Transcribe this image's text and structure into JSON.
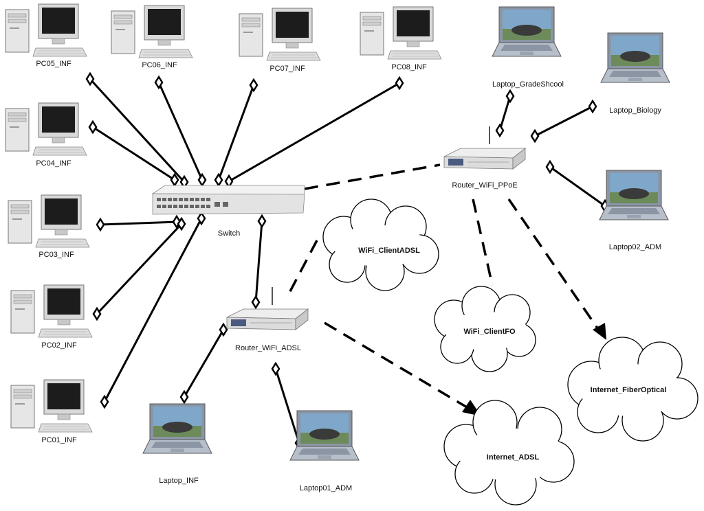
{
  "nodes": {
    "pc05": "PC05_INF",
    "pc06": "PC06_INF",
    "pc07": "PC07_INF",
    "pc08": "PC08_INF",
    "pc04": "PC04_INF",
    "pc03": "PC03_INF",
    "pc02": "PC02_INF",
    "pc01": "PC01_INF",
    "switch": "Switch",
    "router_adsl": "Router_WiFi_ADSL",
    "router_ppoe": "Router_WiFi_PPoE",
    "laptop_gradeschool": "Laptop_GradeShcool",
    "laptop_biology": "Laptop_Biology",
    "laptop02_adm": "Laptop02_ADM",
    "laptop_inf": "Laptop_INF",
    "laptop01_adm": "Laptop01_ADM"
  },
  "clouds": {
    "wifi_client_adsl": "WiFi_ClientADSL",
    "wifi_client_fo": "WiFi_ClientFO",
    "internet_fiberoptical": "Internet_FiberOptical",
    "internet_adsl": "Internet_ADSL"
  },
  "icons": {
    "pc": "desktop-computer-icon",
    "laptop": "laptop-icon",
    "switch": "network-switch-icon",
    "router": "wifi-router-icon",
    "cloud": "cloud-icon"
  },
  "colors": {
    "line": "#000000",
    "background": "#ffffff"
  }
}
